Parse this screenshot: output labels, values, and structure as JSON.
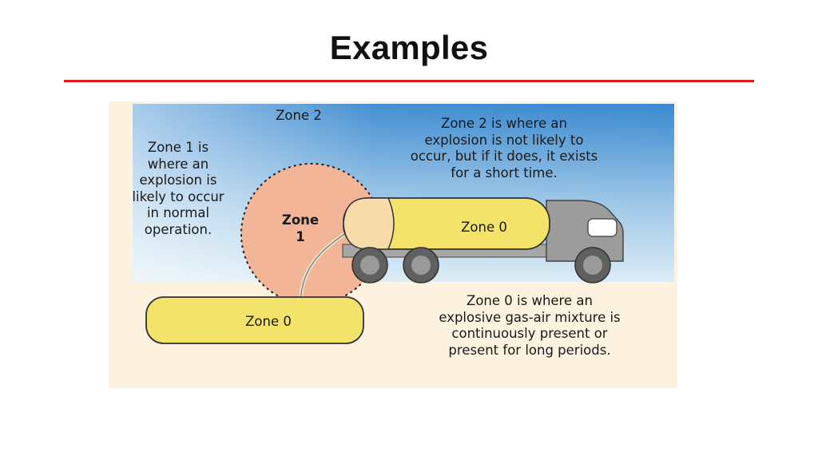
{
  "slide": {
    "title": "Examples"
  },
  "diagram": {
    "zone2_label": "Zone 2",
    "zone2_description": [
      "Zone 2 is where an",
      "explosion is not likely to",
      "occur, but if it does, it exists",
      "for a short time."
    ],
    "zone1_description": [
      "Zone 1 is",
      "where an",
      "explosion is",
      "likely to occur",
      "in normal",
      "operation."
    ],
    "zone1_label": [
      "Zone",
      "1"
    ],
    "truck_tank_label": "Zone 0",
    "ground_tank_label": "Zone 0",
    "zone0_description": [
      "Zone 0 is where an",
      "explosive gas-air mixture is",
      "continuously present or",
      "present for long periods."
    ],
    "colors": {
      "title_rule": "#e01b22",
      "sky_top": "#3a89d0",
      "sky_bottom": "#dcecf6",
      "figure_background": "#fdf1df",
      "zone1_fill": "#f2b597",
      "tank_fill": "#f4e36a",
      "truck_body": "#9c9c9c"
    }
  }
}
